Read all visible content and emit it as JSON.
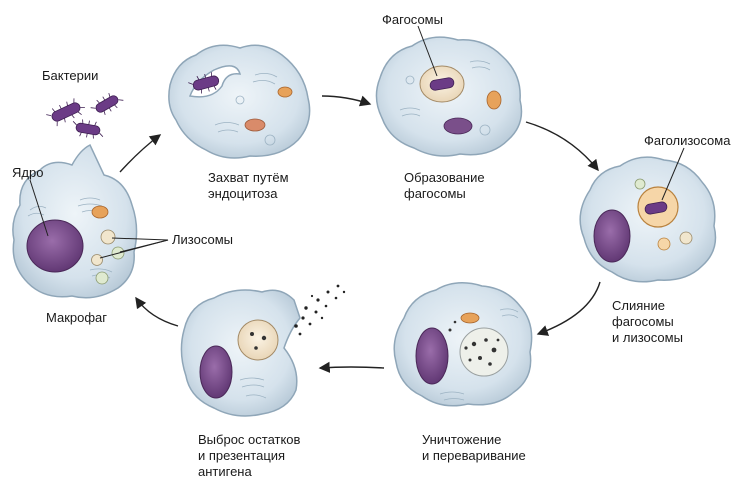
{
  "labels": {
    "bacteria": "Бактерии",
    "nucleus": "Ядро",
    "lysosomes": "Лизосомы",
    "macrophage": "Макрофаг",
    "capture": "Захват путём\nэндоцитоза",
    "phagosomes_label": "Фагосомы",
    "phagosome_formation": "Образование\nфагосомы",
    "phagolysosome": "Фаголизосома",
    "fusion": "Слияние\nфагосомы\nи лизосомы",
    "destruction": "Уничтожение\nи переваривание",
    "release": "Выброс остатков\nи презентация\nантигена"
  },
  "colors": {
    "cell_fill": "#d7e4ee",
    "cell_edge": "#8fa6b8",
    "nucleus": "#7a4f8a",
    "bacterium": "#6b3b86",
    "lysosome": "#e7a25a",
    "mito": "#d98b6a",
    "arrow": "#222222"
  }
}
